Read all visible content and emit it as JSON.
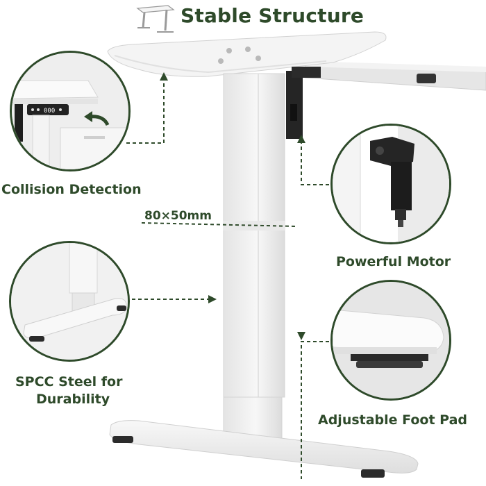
{
  "title": "Stable Structure",
  "features": {
    "collision": "Collision Detection",
    "column_size": "80×50mm",
    "motor": "Powerful Motor",
    "steel_line1": "SPCC Steel for",
    "steel_line2": "Durability",
    "foot_pad": "Adjustable Foot Pad"
  },
  "control_panel_readout": "000",
  "colors": {
    "green": "#2e4a2a",
    "frame_white": "#f1f1f1",
    "motor_black": "#222222"
  }
}
